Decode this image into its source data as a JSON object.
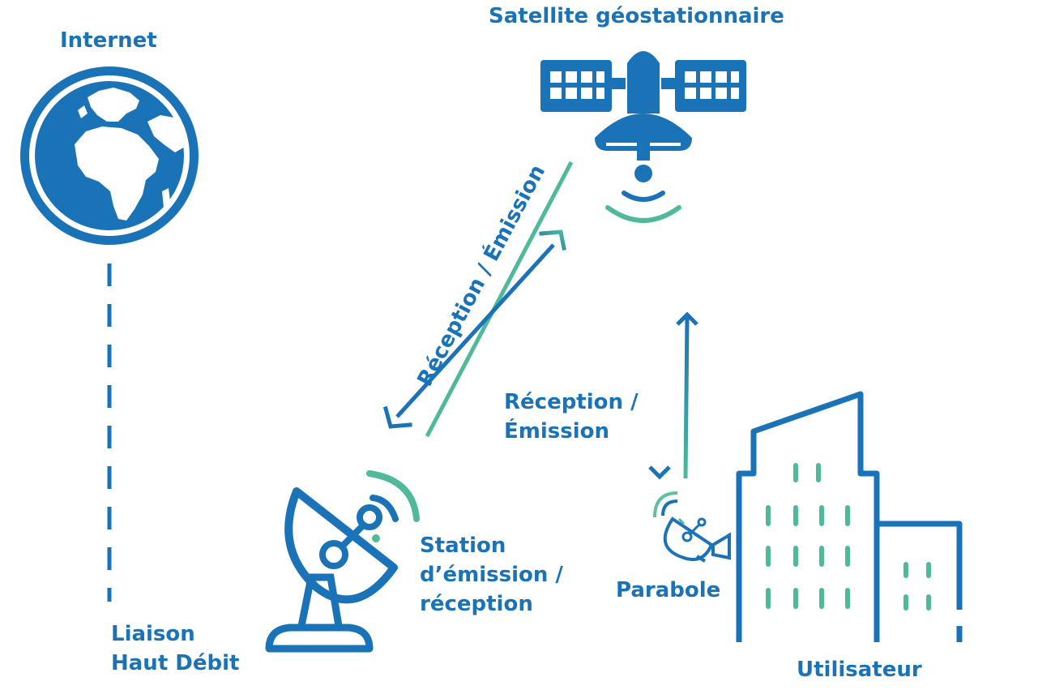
{
  "labels": {
    "internet": "Internet",
    "satellite": "Satellite géostationnaire",
    "link_ground_satellite": "Réception / Émission",
    "link_satellite_user_line1": "Réception /",
    "link_satellite_user_line2": "Émission",
    "station_line1": "Station",
    "station_line2": "d’émission /",
    "station_line3": "réception",
    "dish": "Parabole",
    "highspeed_line1": "Liaison",
    "highspeed_line2": "Haut Débit",
    "user": "Utilisateur"
  },
  "colors": {
    "primary_blue": "#1a72b7",
    "accent_green": "#4fb99a"
  },
  "icons": {
    "internet": "globe-icon",
    "satellite": "satellite-icon",
    "station": "ground-station-dish-icon",
    "dish": "satellite-dish-icon",
    "user": "building-icon"
  }
}
